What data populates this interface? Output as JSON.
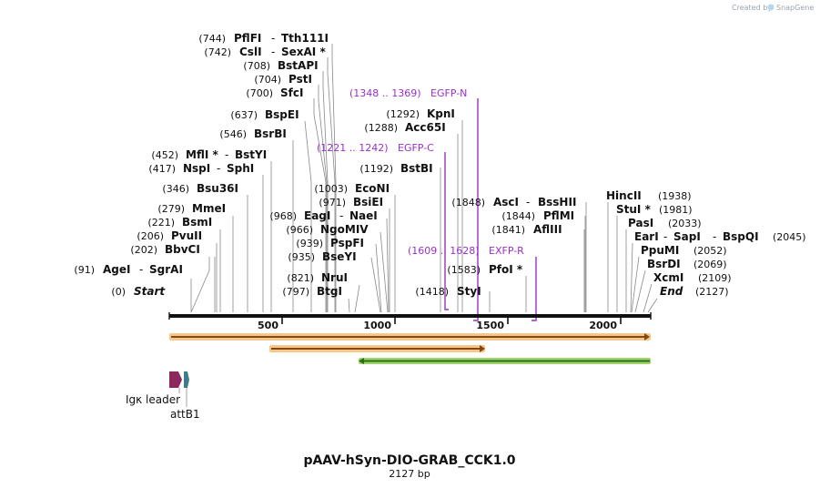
{
  "credit": {
    "prefix": "Created by",
    "brand": "SnapGene"
  },
  "map": {
    "title": "pAAV-hSyn-DIO-GRAB_CCK1.0",
    "subtitle": "2127 bp",
    "length": 2127
  },
  "ruler_ticks": [
    {
      "value": 500,
      "label": "500"
    },
    {
      "value": 1000,
      "label": "1000"
    },
    {
      "value": 1500,
      "label": "1500"
    },
    {
      "value": 2000,
      "label": "2000"
    }
  ],
  "enzymes_left": [
    {
      "pos": "(744)",
      "name": "PflFI",
      "sep": "-",
      "name2": "Tth111I",
      "site": 744
    },
    {
      "pos": "(742)",
      "name": "CslI",
      "sep": "-",
      "name2": "SexAI *",
      "site": 742
    },
    {
      "pos": "(708)",
      "name": "BstAPI",
      "site": 708
    },
    {
      "pos": "(704)",
      "name": "PstI",
      "site": 704
    },
    {
      "pos": "(700)",
      "name": "SfcI",
      "site": 700
    },
    {
      "pos": "(637)",
      "name": "BspEI",
      "site": 637
    },
    {
      "pos": "(546)",
      "name": "BsrBI",
      "site": 546
    },
    {
      "pos": "(452)",
      "name": "MflI *",
      "sep": "-",
      "name2": "BstYI",
      "site": 452
    },
    {
      "pos": "(417)",
      "name": "NspI",
      "sep": "-",
      "name2": "SphI",
      "site": 417
    },
    {
      "pos": "(346)",
      "name": "Bsu36I",
      "site": 346
    },
    {
      "pos": "(279)",
      "name": "MmeI",
      "site": 279
    },
    {
      "pos": "(221)",
      "name": "BsmI",
      "site": 221
    },
    {
      "pos": "(206)",
      "name": "PvuII",
      "site": 206
    },
    {
      "pos": "(202)",
      "name": "BbvCI",
      "site": 202
    },
    {
      "pos": "(91)",
      "name": "AgeI",
      "sep": "-",
      "name2": "SgrAI",
      "site": 91
    },
    {
      "pos": "(0)",
      "name": "Start",
      "site": 0
    }
  ],
  "enzymes_mid": [
    {
      "pos": "(1003)",
      "name": "EcoNI",
      "site": 1003
    },
    {
      "pos": "(971)",
      "name": "BsiEI",
      "site": 971
    },
    {
      "pos": "(968)",
      "name": "EagI",
      "sep": "-",
      "name2": "NaeI",
      "site": 968
    },
    {
      "pos": "(966)",
      "name": "NgoMIV",
      "site": 966
    },
    {
      "pos": "(939)",
      "name": "PspFI",
      "site": 939
    },
    {
      "pos": "(935)",
      "name": "BseYI",
      "site": 935
    },
    {
      "pos": "(821)",
      "name": "NruI",
      "site": 821
    },
    {
      "pos": "(797)",
      "name": "BtgI",
      "site": 797
    }
  ],
  "enzymes_right_mid": [
    {
      "pos": "(1292)",
      "name": "KpnI",
      "site": 1292
    },
    {
      "pos": "(1288)",
      "name": "Acc65I",
      "site": 1288
    },
    {
      "pos": "(1192)",
      "name": "BstBI",
      "site": 1192
    },
    {
      "pos": "(1848)",
      "name": "AscI",
      "sep": "-",
      "name2": "BssHII",
      "site": 1848
    },
    {
      "pos": "(1844)",
      "name": "PflMI",
      "site": 1844
    },
    {
      "pos": "(1841)",
      "name": "AflIII",
      "site": 1841
    },
    {
      "pos": "(1583)",
      "name": "PfoI *",
      "site": 1583
    },
    {
      "pos": "(1418)",
      "name": "StyI",
      "site": 1418
    }
  ],
  "enzymes_right": [
    {
      "name": "HincII",
      "pos": "(1938)",
      "site": 1938
    },
    {
      "name": "StuI *",
      "pos": "(1981)",
      "site": 1981
    },
    {
      "name": "PasI",
      "pos": "(2033)",
      "site": 2033
    },
    {
      "name": "EarI",
      "sep": "-",
      "name2": "SapI",
      "sep2": "-",
      "name3": "BspQI",
      "pos": "(2045)",
      "site": 2045
    },
    {
      "name": "PpuMI",
      "pos": "(2052)",
      "site": 2052
    },
    {
      "name": "BsrDI",
      "pos": "(2069)",
      "site": 2069
    },
    {
      "name": "XcmI",
      "pos": "(2109)",
      "site": 2109
    },
    {
      "name": "End",
      "pos": "(2127)",
      "site": 2127
    }
  ],
  "primers": [
    {
      "label": "(1348 .. 1369)",
      "name": "EGFP-N"
    },
    {
      "label": "(1221 .. 1242)",
      "name": "EGFP-C"
    },
    {
      "label": "(1609 .. 1628)",
      "name": "EXFP-R"
    }
  ],
  "features": [
    {
      "name": "Igκ leader"
    },
    {
      "name": "attB1"
    }
  ],
  "colors": {
    "primer": "#9b30c8",
    "orange_bar": "#f2c98a",
    "dark_arrow": "#8b4513",
    "green_bar": "#9fd46a",
    "leader_arrow": "#8b2a5a",
    "attb_arrow": "#3b7e8a"
  }
}
